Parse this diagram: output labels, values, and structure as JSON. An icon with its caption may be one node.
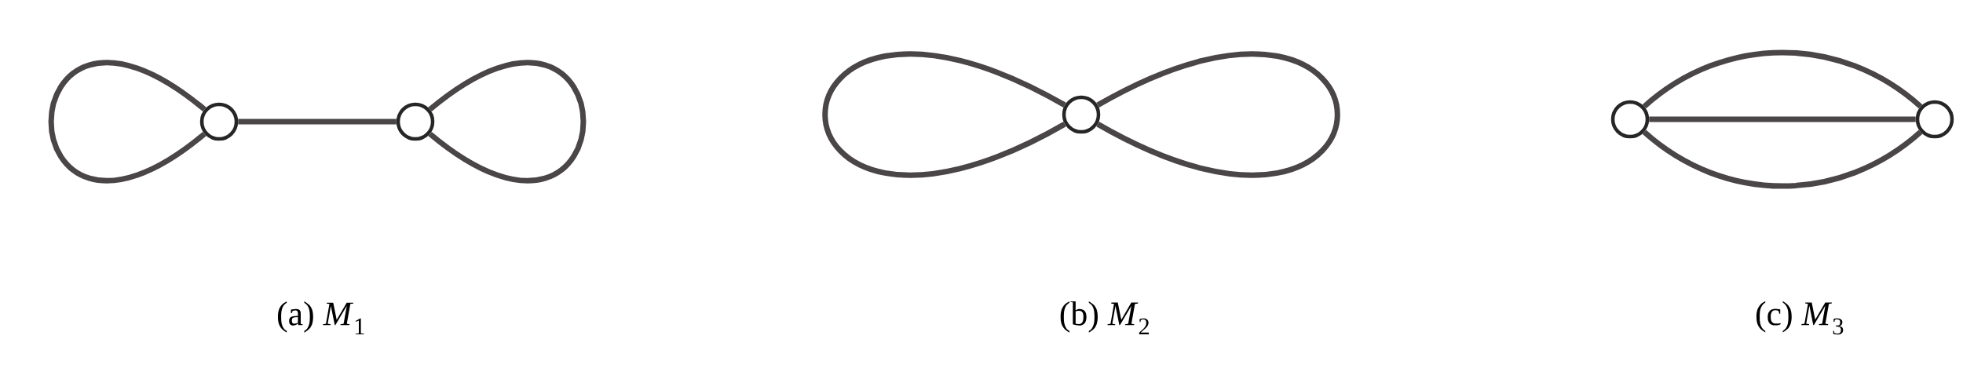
{
  "diagram": {
    "nodes": [
      {
        "text": [],
        "shape": "circle"
      },
      {
        "text": [],
        "shape": "circle"
      },
      {
        "text": [],
        "shape": "circle"
      },
      {
        "text": [],
        "shape": "circle"
      },
      {
        "text": [],
        "shape": "circle"
      }
    ],
    "edges": [
      {
        "from": 0,
        "to": 0,
        "arrow": "none"
      },
      {
        "from": 0,
        "to": 1,
        "arrow": "none"
      },
      {
        "from": 1,
        "to": 1,
        "arrow": "none"
      },
      {
        "from": 2,
        "to": 2,
        "arrow": "none"
      },
      {
        "from": 2,
        "to": 2,
        "arrow": "none"
      },
      {
        "from": 3,
        "to": 4,
        "arrow": "none"
      },
      {
        "from": 3,
        "to": 4,
        "arrow": "none"
      },
      {
        "from": 3,
        "to": 4,
        "arrow": "none"
      }
    ],
    "labels": [
      "(a) *M*$_{1}$",
      "(b) *M*$_{2}$",
      "(c) *M*$_{3}$"
    ]
  }
}
